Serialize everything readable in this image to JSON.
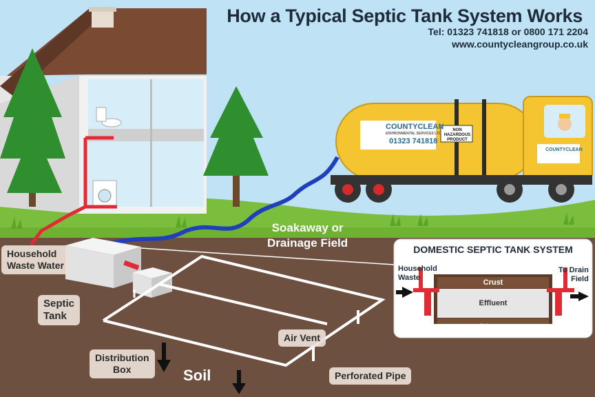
{
  "header": {
    "title": "How a Typical Septic Tank System Works",
    "phone": "Tel: 01323 741818 or 0800 171 2204",
    "website": "www.countycleangroup.co.uk"
  },
  "labels": {
    "household_waste_water": [
      "Household",
      "Waste Water"
    ],
    "septic_tank": [
      "Septic",
      "Tank"
    ],
    "distribution_box": [
      "Distribution",
      "Box"
    ],
    "soakaway": [
      "Soakaway or",
      "Drainage Field"
    ],
    "air_vent": "Air Vent",
    "perforated_pipe": "Perforated Pipe",
    "soil": "Soil"
  },
  "truck": {
    "brand": "COUNTYCLEAN",
    "brand_sub": "ENVIRONMENTAL SERVICES LTD",
    "phone": "01323 741818",
    "sign": [
      "NON HAZARDOUS",
      "PRODUCT"
    ],
    "cab_brand": "COUNTYCLEAN"
  },
  "inset": {
    "title": "DOMESTIC SEPTIC TANK SYSTEM",
    "inlet_label": [
      "Household",
      "Waste"
    ],
    "outlet_label": [
      "To Drain",
      "Field"
    ],
    "layers": {
      "crust": "Crust",
      "effluent": "Effluent",
      "solid": "Solid Sewage"
    }
  },
  "colors": {
    "sky": "#bfe3f5",
    "grass": "#7bbd3c",
    "soil": "#6e5040",
    "pipe_red": "#e02b35",
    "pipe_blue": "#1f3fbf",
    "truck_yellow": "#f4c531",
    "tree": "#2f8f2f"
  }
}
